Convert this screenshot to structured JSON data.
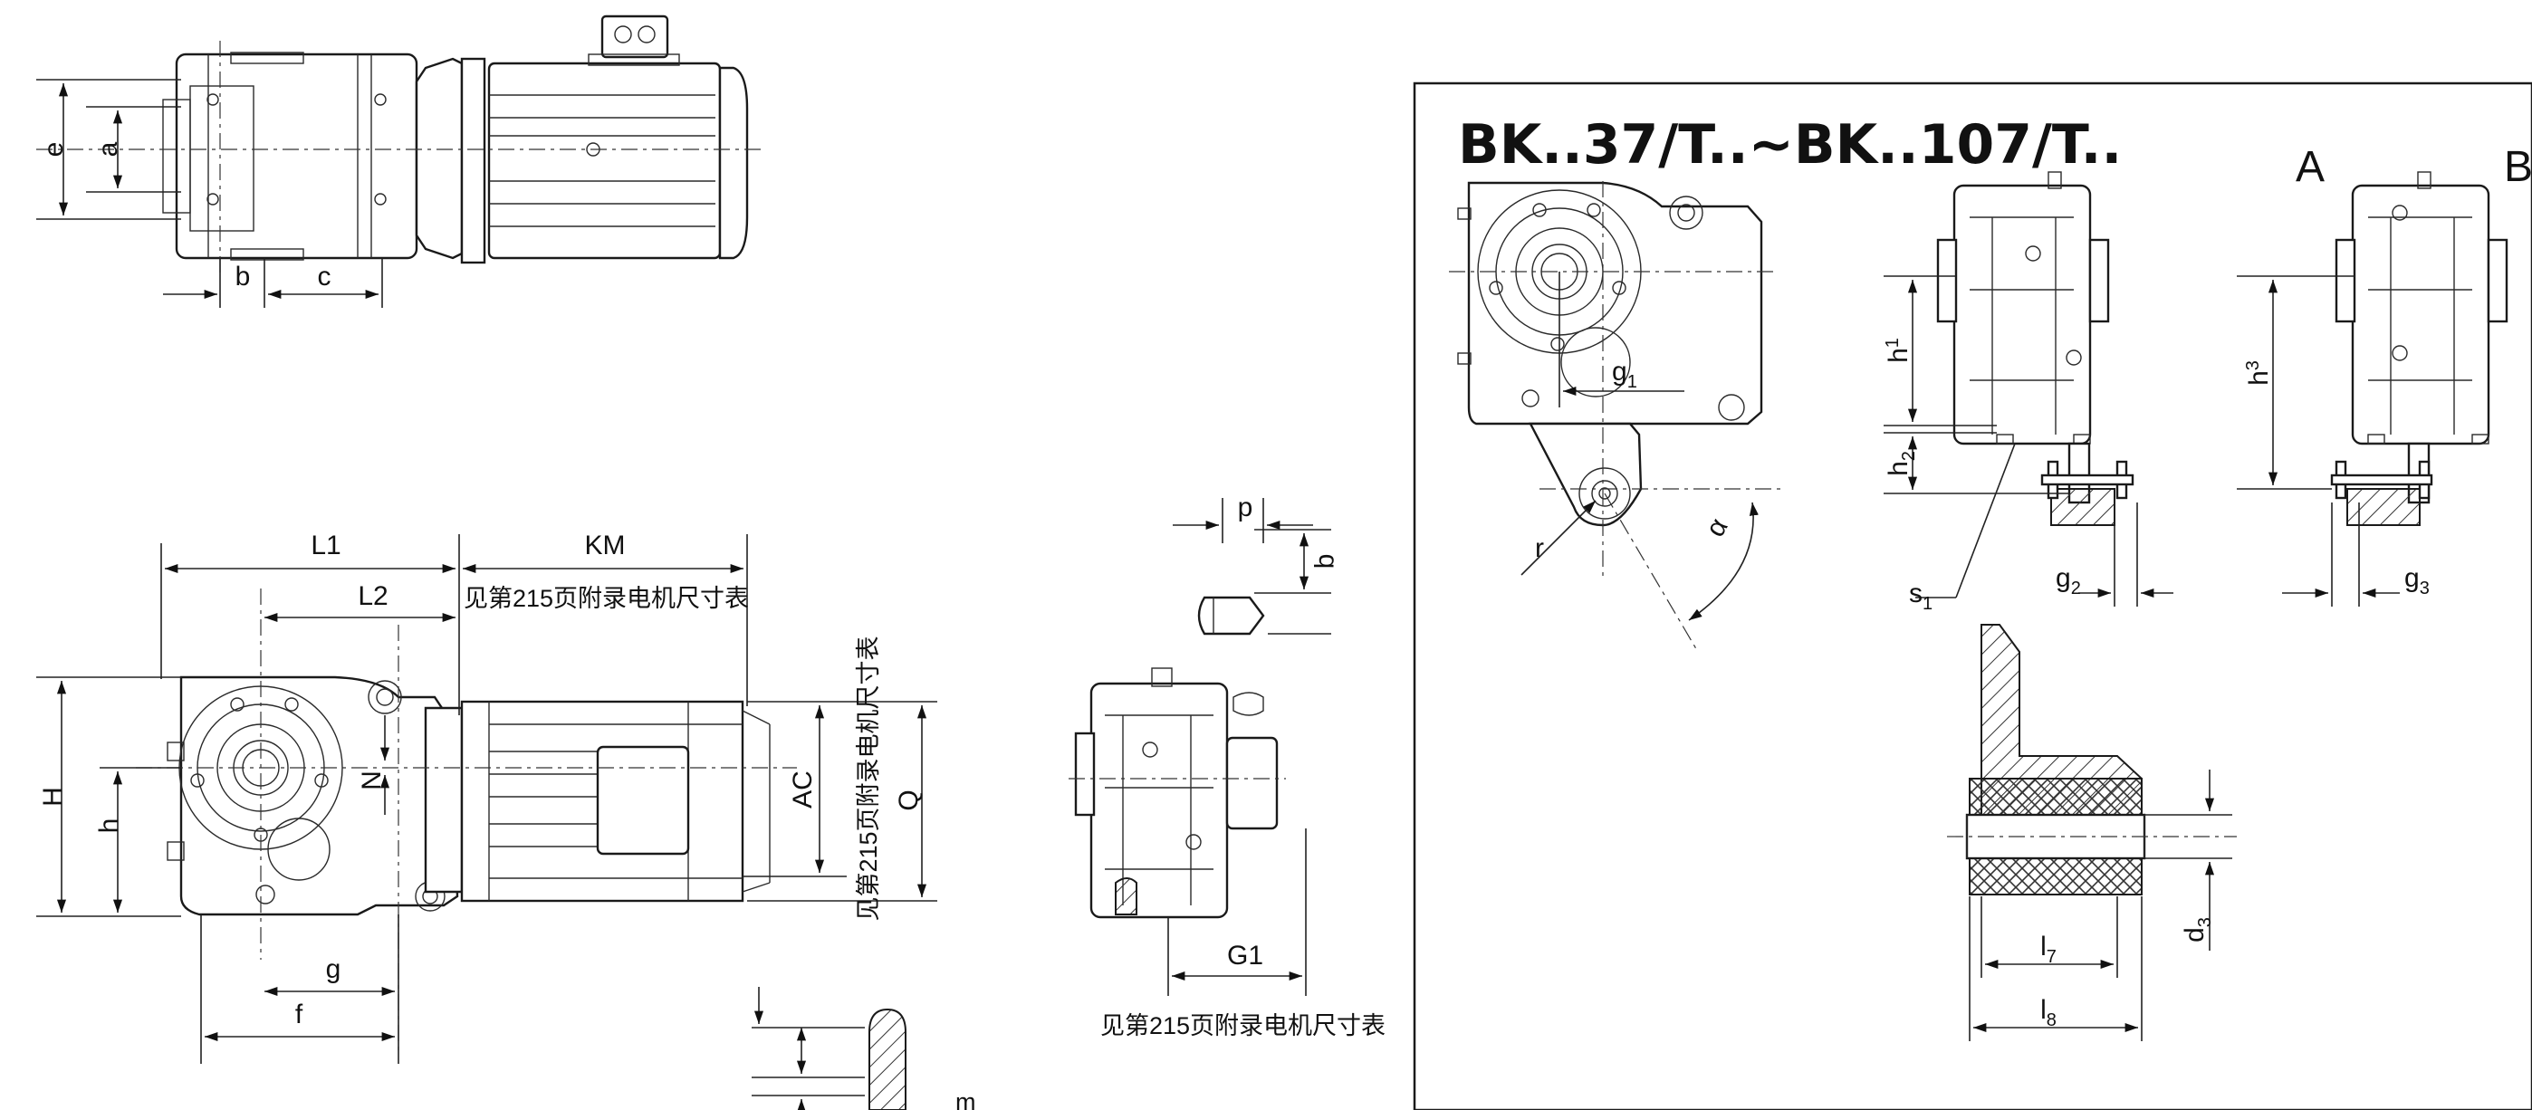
{
  "series_title": "BK..37/T..~BK..107/T..",
  "view_labels": {
    "a": "A",
    "b": "B"
  },
  "motor_note": "见第215页附录电机尺寸表",
  "dimensions": {
    "e": "e",
    "a": "a",
    "b": "b",
    "c": "c",
    "L1": "L1",
    "L2": "L2",
    "KM": "KM",
    "H": "H",
    "h": "h",
    "N": "N",
    "AC": "AC",
    "Q": "Q",
    "g": "g",
    "f": "f",
    "p": "p",
    "q": "q",
    "G1": "G1",
    "m": "m",
    "g1": "g",
    "g1_sub": "1",
    "r": "r",
    "alpha": "α",
    "h1": "h",
    "h1_sub": "1",
    "h2": "h",
    "h2_sub": "2",
    "s1": "s",
    "s1_sub": "1",
    "g2": "g",
    "g2_sub": "2",
    "h3": "h",
    "h3_sub": "3",
    "g3": "g",
    "g3_sub": "3",
    "d3": "d",
    "d3_sub": "3",
    "l7": "l",
    "l7_sub": "7",
    "l8": "l",
    "l8_sub": "8"
  }
}
